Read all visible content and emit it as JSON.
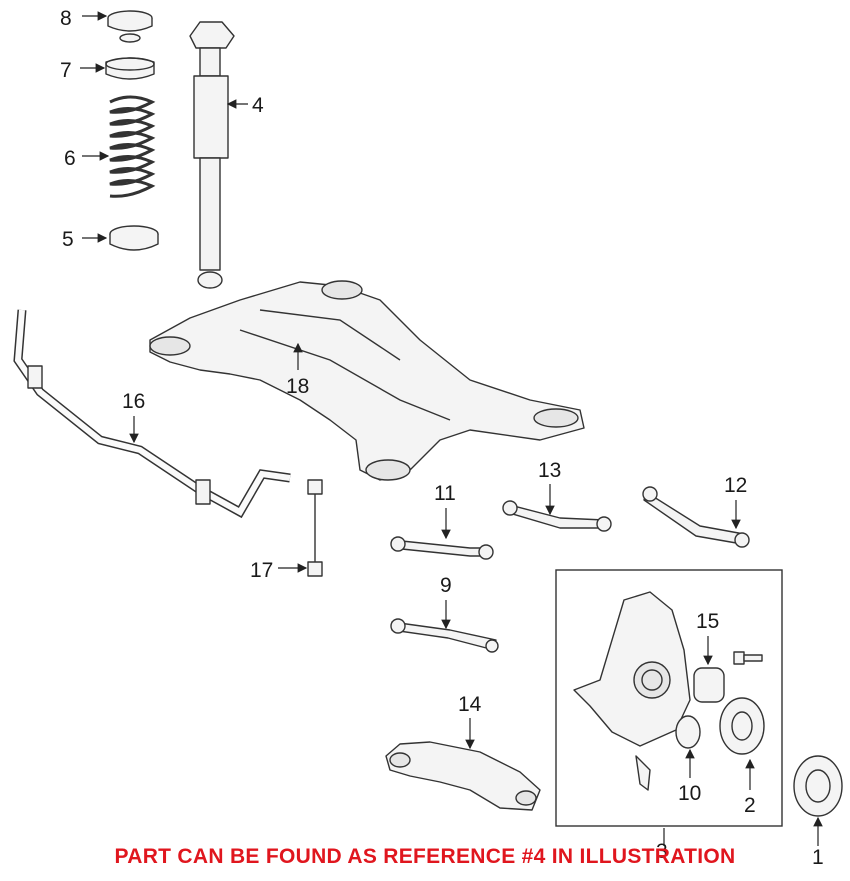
{
  "callouts": {
    "c1": "1",
    "c2": "2",
    "c3": "3",
    "c4": "4",
    "c5": "5",
    "c6": "6",
    "c7": "7",
    "c8": "8",
    "c9": "9",
    "c10": "10",
    "c11": "11",
    "c12": "12",
    "c13": "13",
    "c14": "14",
    "c15": "15",
    "c16": "16",
    "c17": "17",
    "c18": "18"
  },
  "caption": "PART CAN BE FOUND AS REFERENCE  #4 IN ILLUSTRATION",
  "colors": {
    "caption": "#e0161e",
    "linework": "#333333"
  }
}
